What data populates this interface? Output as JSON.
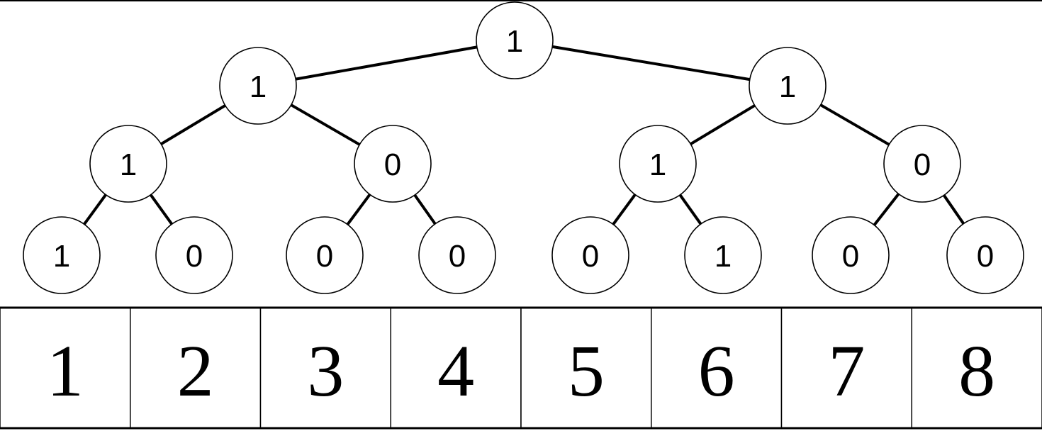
{
  "tree": {
    "levels": [
      [
        "1"
      ],
      [
        "1",
        "1"
      ],
      [
        "1",
        "0",
        "1",
        "0"
      ],
      [
        "1",
        "0",
        "0",
        "0",
        "0",
        "1",
        "0",
        "0"
      ]
    ]
  },
  "array": {
    "cells": [
      "1",
      "2",
      "3",
      "4",
      "5",
      "6",
      "7",
      "8"
    ]
  }
}
